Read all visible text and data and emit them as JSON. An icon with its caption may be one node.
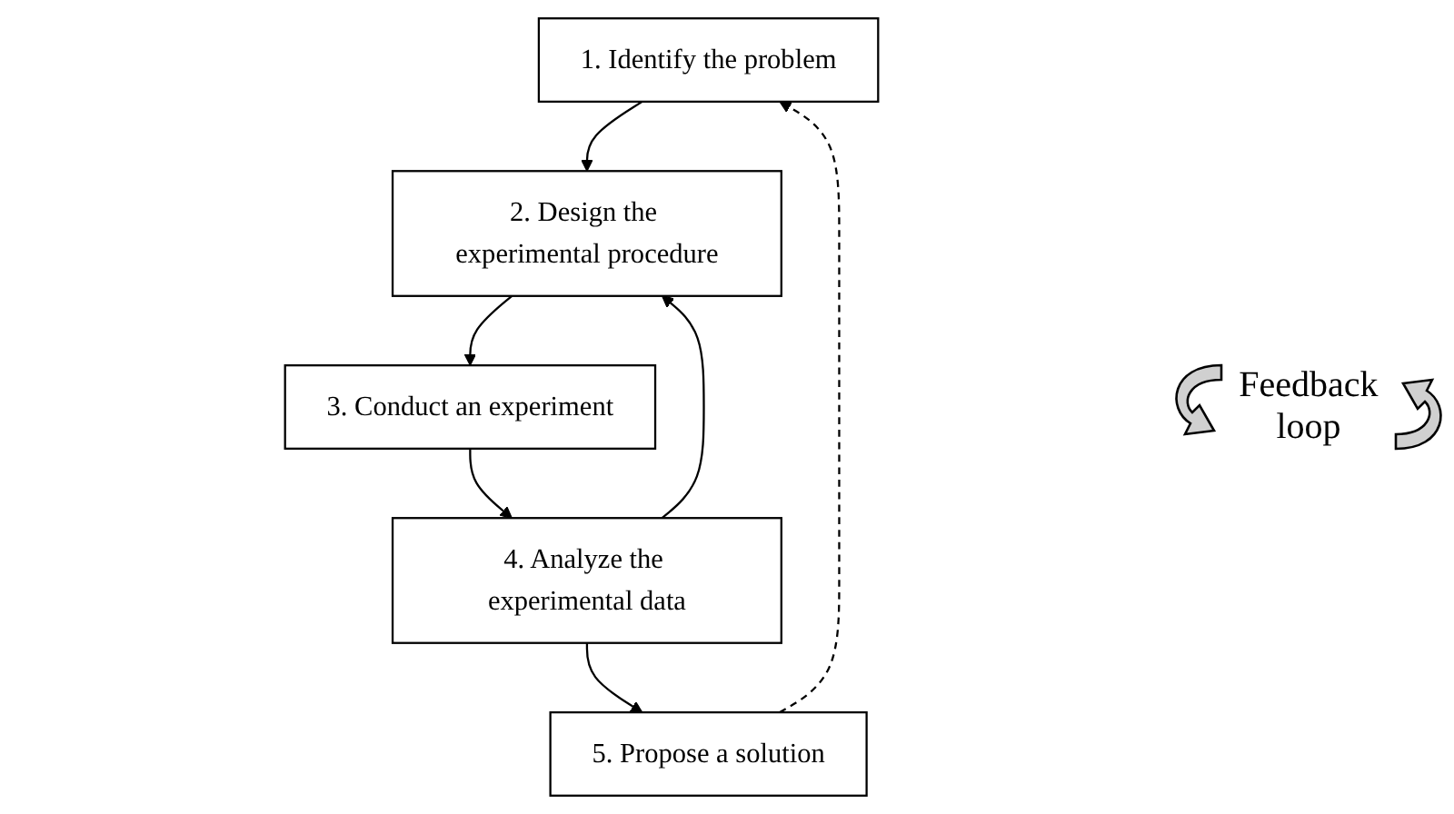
{
  "diagram": {
    "nodes": [
      {
        "text": [
          "1. Identify the problem"
        ]
      },
      {
        "text": [
          "2. Design the experimental procedure"
        ]
      },
      {
        "text": [
          "3. Conduct an experiment"
        ]
      },
      {
        "text": [
          "4. Analyze the experimental data"
        ]
      },
      {
        "text": [
          "5. Propose a solution"
        ]
      }
    ],
    "edges": [
      {
        "from": 0,
        "to": 1,
        "arrow": "to"
      },
      {
        "from": 1,
        "to": 2,
        "arrow": "to"
      },
      {
        "from": 2,
        "to": 3,
        "arrow": "to"
      },
      {
        "from": 3,
        "to": 1,
        "arrow": "to"
      },
      {
        "from": 3,
        "to": 4,
        "arrow": "to"
      },
      {
        "from": 4,
        "to": 0,
        "arrow": "to",
        "style": "dashed"
      }
    ],
    "labels": [
      "Feedback loop"
    ]
  }
}
